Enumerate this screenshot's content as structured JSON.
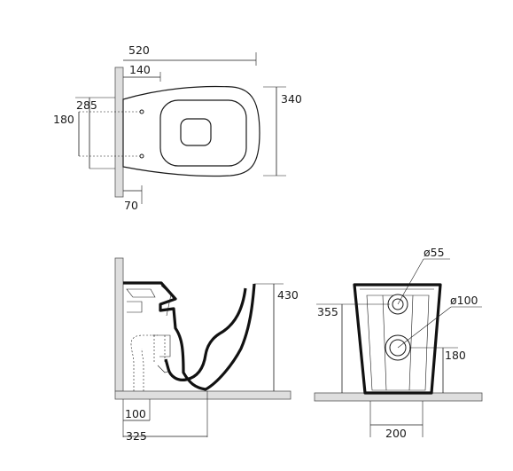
{
  "dimensions": {
    "top_view": {
      "total_length": "520",
      "fixing_distance": "140",
      "depth_from_wall": "285",
      "fixing_spacing": "180",
      "width": "340",
      "wall_offset": "70"
    },
    "side_view": {
      "height": "430",
      "drain_from_wall": "100",
      "outlet_from_wall": "325"
    },
    "front_view": {
      "inlet_diameter": "ø55",
      "outlet_diameter": "ø100",
      "inlet_height": "355",
      "outlet_height": "180",
      "outlet_width": "200"
    }
  },
  "colors": {
    "line": "#1a1a1a",
    "wall_fill": "#dedede",
    "floor_fill": "#dedede"
  }
}
